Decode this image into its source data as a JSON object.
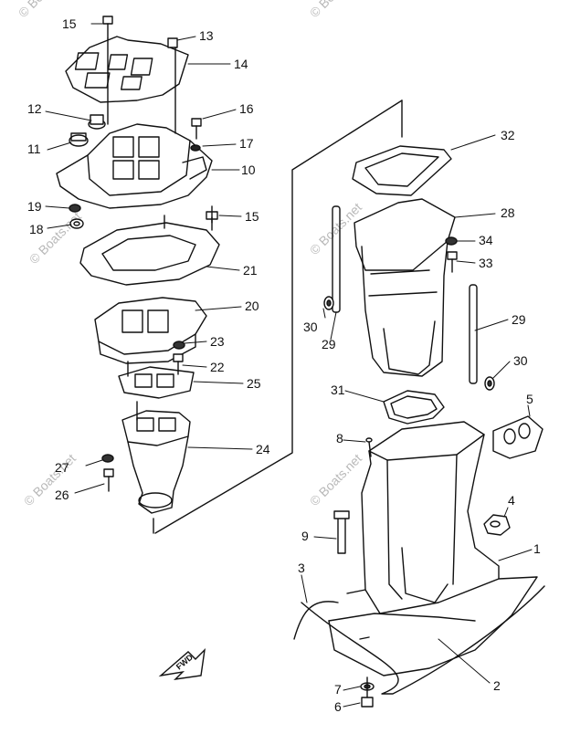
{
  "watermark": "© Boats.net",
  "forward_arrow_label": "FWD",
  "callouts": {
    "c1": "1",
    "c2": "2",
    "c3": "3",
    "c4": "4",
    "c5": "5",
    "c6": "6",
    "c7": "7",
    "c8": "8",
    "c9": "9",
    "c10": "10",
    "c11": "11",
    "c12": "12",
    "c13": "13",
    "c14": "14",
    "c15a": "15",
    "c15b": "15",
    "c16": "16",
    "c17": "17",
    "c18": "18",
    "c19": "19",
    "c20": "20",
    "c21": "21",
    "c22": "22",
    "c23": "23",
    "c24": "24",
    "c25": "25",
    "c26": "26",
    "c27": "27",
    "c28": "28",
    "c29a": "29",
    "c29b": "29",
    "c30a": "30",
    "c30b": "30",
    "c31": "31",
    "c32": "32",
    "c33": "33",
    "c34": "34"
  }
}
